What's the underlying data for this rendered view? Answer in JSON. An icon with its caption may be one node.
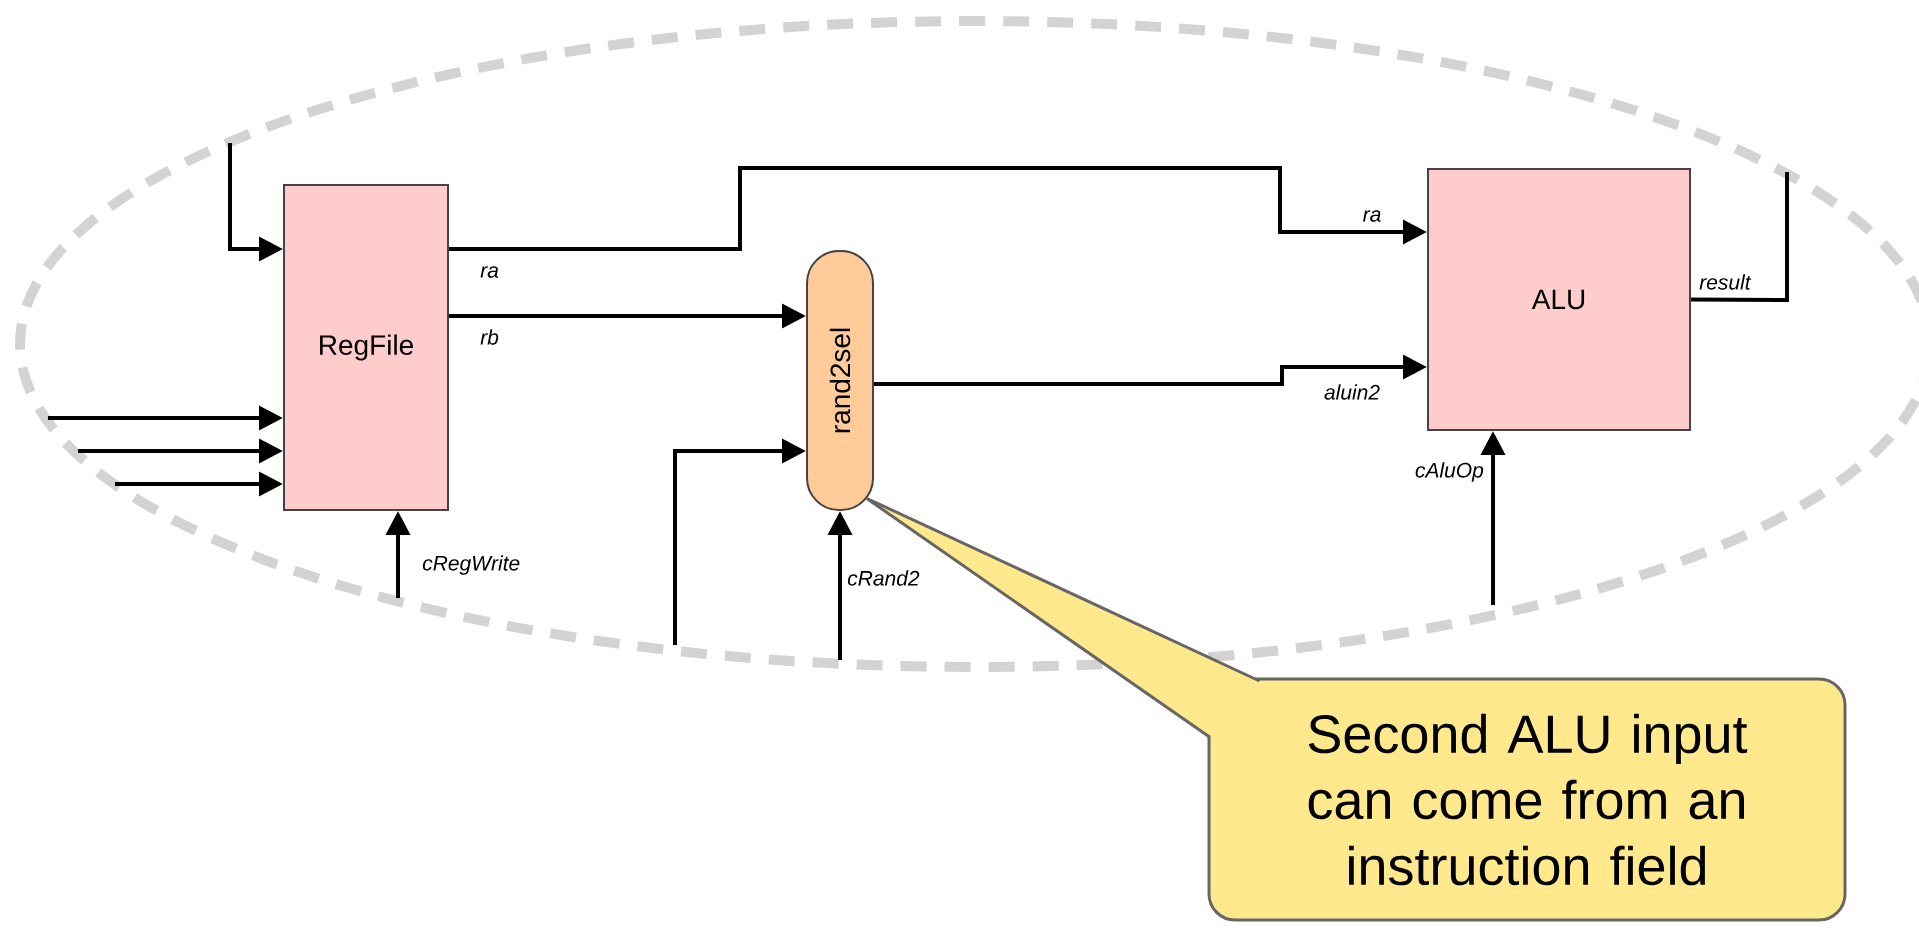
{
  "diagram": {
    "nodes": [
      {
        "text": [
          "RegFile"
        ]
      },
      {
        "text": [
          "rand2sel"
        ]
      },
      {
        "text": [
          "ALU"
        ]
      },
      {
        "text": [
          "Second ALU input can come from an instruction field"
        ]
      }
    ],
    "edges": [
      {
        "from": null,
        "to": 0,
        "arrow": "to"
      },
      {
        "from": null,
        "to": 0,
        "arrow": "to"
      },
      {
        "from": null,
        "to": 0,
        "arrow": "to"
      },
      {
        "from": null,
        "to": 0,
        "arrow": "to"
      },
      {
        "from": null,
        "to": 0,
        "arrow": "to",
        "label": "cRegWrite"
      },
      {
        "from": 0,
        "to": 2,
        "arrow": "to",
        "label": "ra"
      },
      {
        "from": 0,
        "to": 1,
        "arrow": "to",
        "label": "rb"
      },
      {
        "from": null,
        "to": 1,
        "arrow": "to"
      },
      {
        "from": null,
        "to": 1,
        "arrow": "to",
        "label": "cRand2"
      },
      {
        "from": 1,
        "to": 2,
        "arrow": "to",
        "label": "aluin2"
      },
      {
        "from": null,
        "to": 2,
        "arrow": "to",
        "label": "cAluOp"
      },
      {
        "from": 2,
        "to": null,
        "arrow": "none",
        "label": "result"
      },
      {
        "from": 3,
        "to": 1,
        "arrow": "none",
        "color": "#666666"
      }
    ],
    "labels": [
      "ra"
    ]
  }
}
